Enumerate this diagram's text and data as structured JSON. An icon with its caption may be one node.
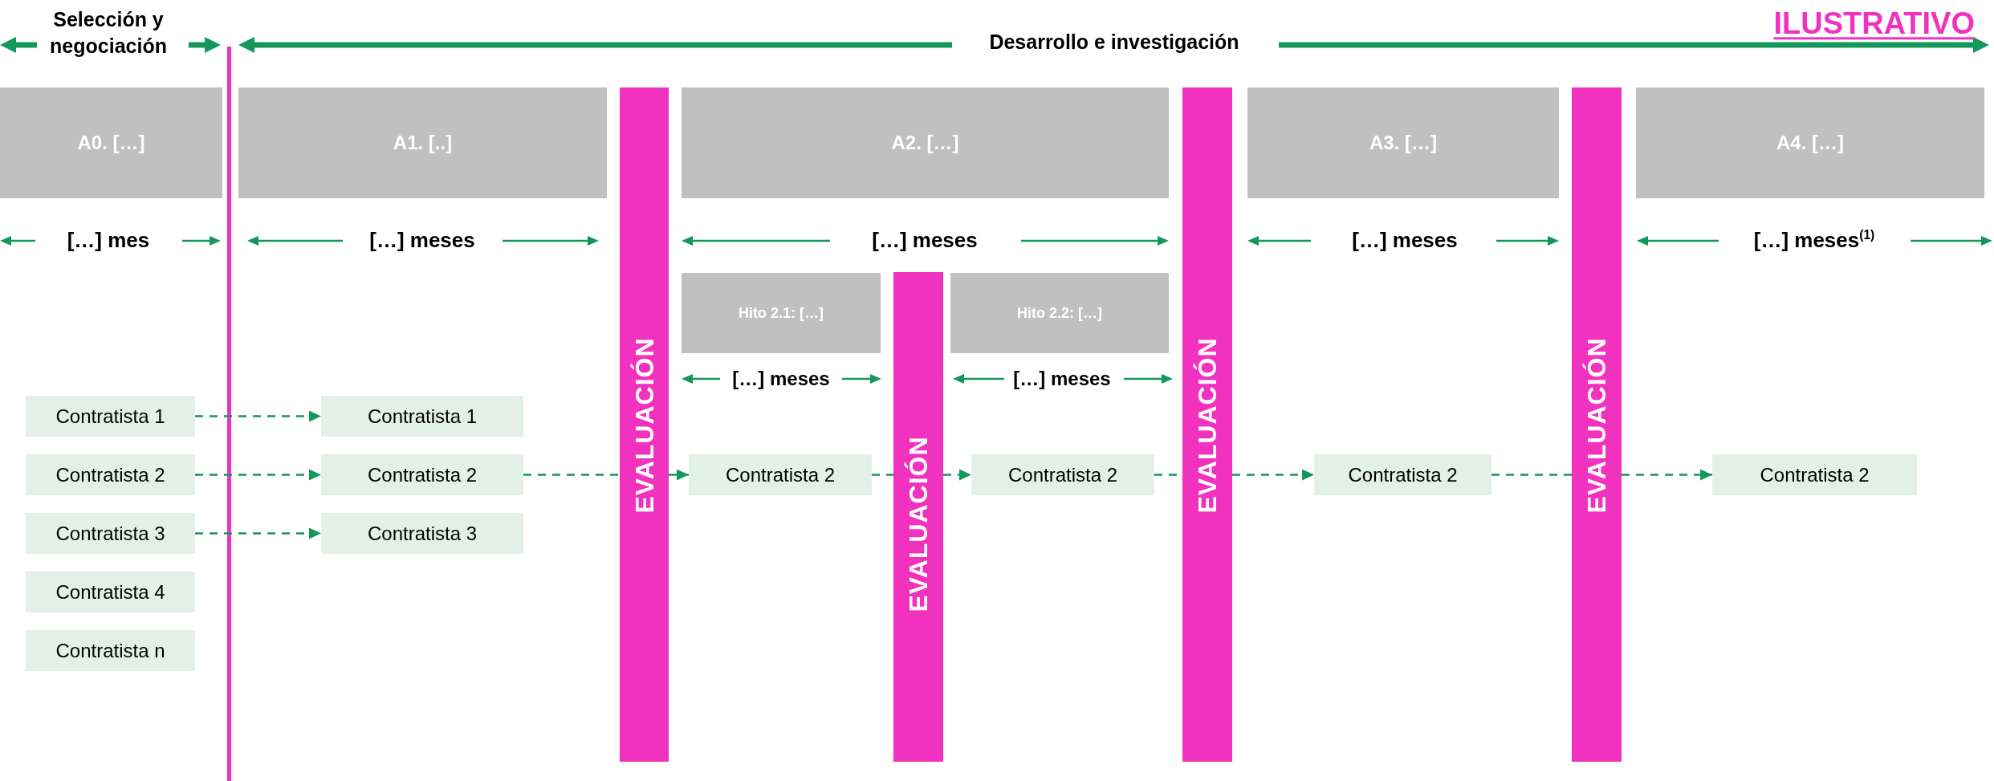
{
  "diagram": {
    "nodes": [
      {
        "text": [
          "A0. […]"
        ]
      },
      {
        "text": [
          "A1. [..]"
        ]
      },
      {
        "text": [
          "EVALUACIÓN"
        ]
      },
      {
        "text": [
          "A2. […]"
        ]
      },
      {
        "text": [
          "EVALUACIÓN"
        ]
      },
      {
        "text": [
          "A3. […]"
        ]
      },
      {
        "text": [
          "EVALUACIÓN"
        ]
      },
      {
        "text": [
          "A4. […]"
        ]
      },
      {
        "text": [
          "Hito 2.1: […]"
        ]
      },
      {
        "text": [
          "EVALUACIÓN"
        ]
      },
      {
        "text": [
          "Hito 2.2: […]"
        ]
      },
      {
        "text": [
          "Contratista 1"
        ]
      },
      {
        "text": [
          "Contratista 1"
        ]
      },
      {
        "text": [
          "Contratista 2"
        ]
      },
      {
        "text": [
          "Contratista 2"
        ]
      },
      {
        "text": [
          "Contratista 2"
        ]
      },
      {
        "text": [
          "Contratista 2"
        ]
      },
      {
        "text": [
          "Contratista 2"
        ]
      },
      {
        "text": [
          "Contratista 2"
        ]
      },
      {
        "text": [
          "Contratista 3"
        ]
      },
      {
        "text": [
          "Contratista 3"
        ]
      },
      {
        "text": [
          "Contratista 4"
        ]
      },
      {
        "text": [
          "Contratista n"
        ]
      }
    ],
    "edges": [
      {
        "from": 11,
        "to": 12,
        "arrow": "to",
        "style": "dashed"
      },
      {
        "from": 13,
        "to": 14,
        "arrow": "to",
        "style": "dashed"
      },
      {
        "from": 19,
        "to": 20,
        "arrow": "to",
        "style": "dashed"
      },
      {
        "from": 14,
        "to": 2,
        "arrow": "none",
        "style": "dashed"
      },
      {
        "from": 2,
        "to": 15,
        "arrow": "to",
        "style": "dashed"
      },
      {
        "from": 15,
        "to": 9,
        "arrow": "none",
        "style": "dashed"
      },
      {
        "from": 9,
        "to": 16,
        "arrow": "to",
        "style": "dashed"
      },
      {
        "from": 16,
        "to": 4,
        "arrow": "none",
        "style": "dashed"
      },
      {
        "from": 4,
        "to": 17,
        "arrow": "to",
        "style": "dashed"
      },
      {
        "from": 17,
        "to": 6,
        "arrow": "none",
        "style": "dashed"
      },
      {
        "from": 6,
        "to": 18,
        "arrow": "to",
        "style": "dashed"
      }
    ],
    "labels": [
      "Selección y negociación",
      "Desarrollo e investigación",
      "ILUSTRATIVO",
      "[…] mes",
      "[…] meses",
      "[…] meses",
      "[…] meses",
      "[…] meses$^{(1)}$",
      "[…] meses",
      "[…] meses"
    ]
  }
}
